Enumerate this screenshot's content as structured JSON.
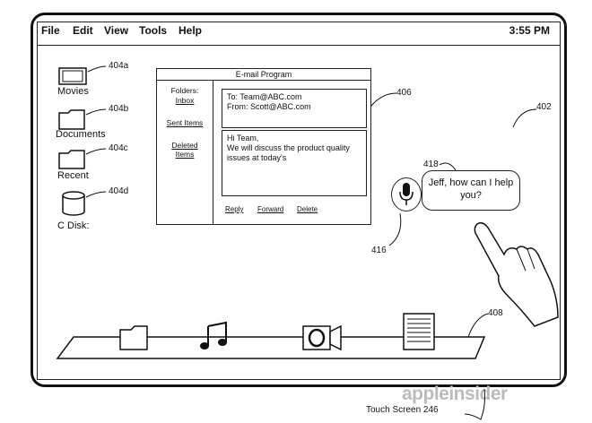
{
  "menubar": {
    "items": [
      {
        "label": "File"
      },
      {
        "label": "Edit"
      },
      {
        "label": "View"
      },
      {
        "label": "Tools"
      },
      {
        "label": "Help"
      }
    ],
    "clock": "3:55 PM"
  },
  "desktop_icons": [
    {
      "label": "Movies",
      "ref": "404a",
      "icon": "movie-icon"
    },
    {
      "label": "Documents",
      "ref": "404b",
      "icon": "folder-icon"
    },
    {
      "label": "Recent",
      "ref": "404c",
      "icon": "folder-icon"
    },
    {
      "label": "C Disk:",
      "ref": "404d",
      "icon": "disk-icon"
    }
  ],
  "email_window": {
    "title": "E-mail Program",
    "ref": "406",
    "folders_label": "Folders:",
    "folders": [
      "Inbox",
      "Sent Items",
      "Deleted Items"
    ],
    "to": "To: Team@ABC.com",
    "from": "From: Scott@ABC.com",
    "body_line1": "Hi Team,",
    "body_line2": "We will discuss the product quality",
    "body_line3": "issues at today's",
    "actions": [
      "Reply",
      "Forward",
      "Delete"
    ]
  },
  "assistant": {
    "bubble_line1": "Jeff, how can I help",
    "bubble_line2": "you?",
    "bubble_ref": "418",
    "mic_ref": "416"
  },
  "screen_ref": "402",
  "dock_ref": "408",
  "dock_icons": [
    "folder-icon",
    "music-icon",
    "camera-icon",
    "document-icon"
  ],
  "touch_screen_label": "Touch Screen 246",
  "watermark": "appleinsider"
}
